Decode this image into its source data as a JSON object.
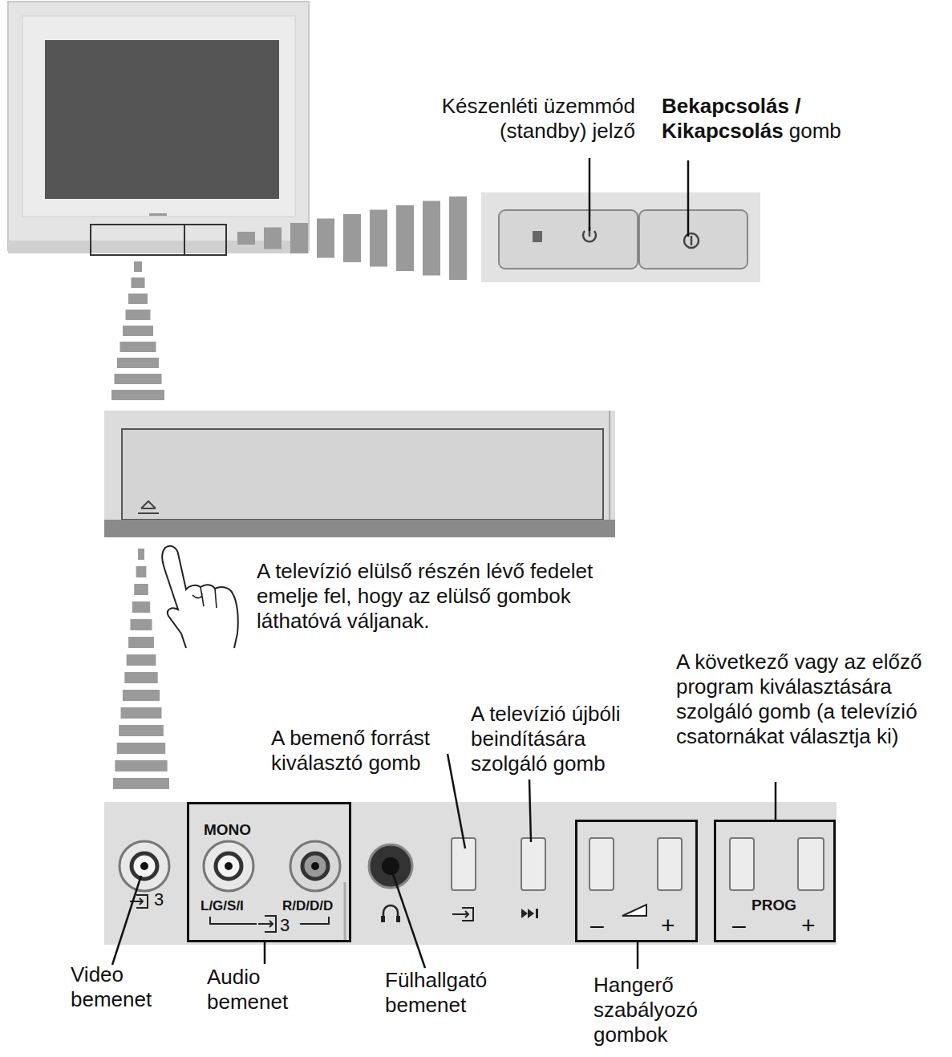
{
  "diagram": {
    "nodes": [
      {
        "text": [
          "MONO",
          "L/G/S/I",
          "R/D/D/D",
          "3"
        ]
      },
      {
        "text": [
          "–",
          "+"
        ]
      },
      {
        "text": [
          "PROG",
          "–",
          "+"
        ]
      }
    ],
    "labels": [
      "Készenléti üzemmód (standby) jelző",
      "Bekapcsolás / Kikapcsolás",
      "gomb",
      "A televízió elülső részén lévő fedelet emelje fel, hogy az elülső gombok láthatóvá váljanak.",
      "A bemenő forrást kiválasztó gomb",
      "A televízió újbóli beindítására szolgáló gomb",
      "A következő vagy az előző program kiválasztására szolgáló gomb (a televízió csatornákat választja ki)",
      "3",
      "Video bemenet",
      "Audio bemenet",
      "Fülhallgató bemenet",
      "Hangerő szabályozó gombok"
    ]
  }
}
